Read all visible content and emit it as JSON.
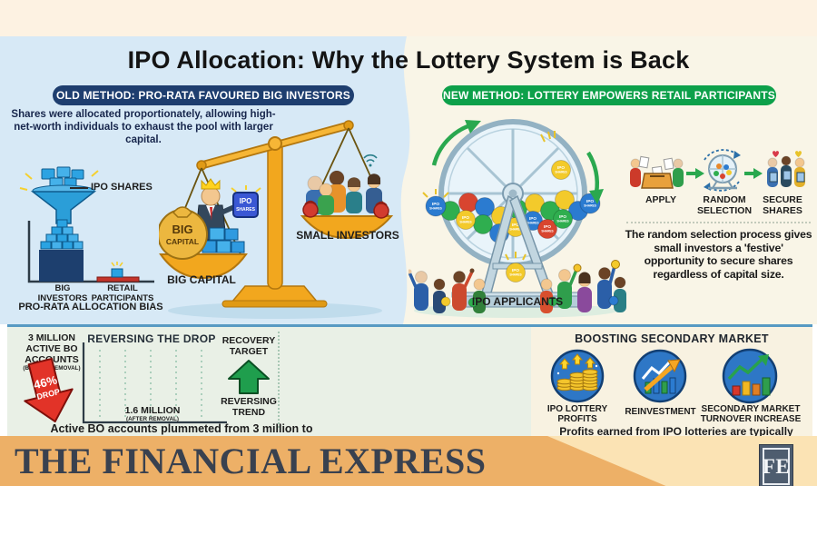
{
  "title": "IPO Allocation: Why the Lottery System is Back",
  "old_method": {
    "banner": "OLD METHOD: PRO-RATA FAVOURED BIG INVESTORS",
    "description": "Shares were allocated proportionately, allowing high-net-worth individuals to exhaust the pool with larger capital.",
    "funnel_label": "IPO SHARES",
    "bar_chart": {
      "category_big": "BIG INVESTORS",
      "category_retail": "RETAIL PARTICIPANTS",
      "caption": "PRO-RATA ALLOCATION BIAS"
    },
    "bag_line1": "BIG",
    "bag_line2": "CAPITAL",
    "cube_line1": "IPO",
    "cube_line2": "SHARES",
    "left_pan_label": "BIG CAPITAL",
    "right_pan_label": "SMALL INVESTORS"
  },
  "new_method": {
    "banner": "NEW METHOD: LOTTERY EMPOWERS RETAIL PARTICIPANTS",
    "ball_line1": "IPO",
    "ball_line2": "SHARES",
    "applicants_label": "IPO APPLICANTS",
    "steps": [
      "APPLY",
      "RANDOM SELECTION",
      "SECURE SHARES"
    ],
    "description": "The random selection process gives small investors a 'festive' opportunity to secure shares regardless of capital size."
  },
  "bo_accounts": {
    "before_line1": "3 MILLION",
    "before_line2": "ACTIVE BO",
    "before_line3": "ACCOUNTS",
    "before_note": "(BEFORE REMOVAL)",
    "drop_pct": "46%",
    "drop_word": "DROP",
    "chart_title": "REVERSING THE DROP",
    "after_value": "1.6 MILLION",
    "after_note": "(AFTER REMOVAL)",
    "recovery_label": "RECOVERY TARGET",
    "trend_label": "REVERSING TREND",
    "caption": "Active BO accounts plummeted from 3 million to"
  },
  "secondary_market": {
    "heading": "BOOSTING SECONDARY MARKET",
    "item1": "IPO LOTTERY PROFITS",
    "item2": "REINVESTMENT",
    "item3": "SECONDARY MARKET TURNOVER INCREASE",
    "caption": "Profits earned from IPO lotteries are typically"
  },
  "masthead": {
    "name": "THE FINANCIAL EXPRESS",
    "logo": "FE"
  },
  "icons": {
    "funnel-icon": "blue funnel collecting IPO share cubes",
    "red-down-arrow": "▼ 46% drop arrow",
    "green-up-arrow": "▲ recovery arrow",
    "lottery-wheel-icon": "rotating lottery drum with IPO share balls",
    "balance-scale-icon": "tilted scale: big capital outweighs small investors",
    "coins-icon": "coin stacks with up arrows",
    "reinvestment-icon": "growth line with orange arrow",
    "turnover-icon": "bar chart with rising green arrow"
  },
  "colors": {
    "old_banner": "#1E3E6F",
    "new_banner": "#0DA04A",
    "drop_red": "#E23328",
    "recovery_green": "#1F9E4D",
    "panel_blue": "#D7E9F6",
    "panel_cream": "#F9F5E7",
    "band_mint": "#E9F0E6",
    "masthead_orange": "#EDB067",
    "masthead_text": "#39414F"
  },
  "chart_data": [
    {
      "type": "bar",
      "title": "PRO-RATA ALLOCATION BIAS",
      "categories": [
        "BIG INVESTORS",
        "RETAIL PARTICIPANTS"
      ],
      "values": [
        0.9,
        0.1
      ],
      "value_note": "illustrative proportions; no numeric axis shown"
    },
    {
      "type": "bar",
      "title": "REVERSING THE DROP",
      "categories": [
        "BEFORE REMOVAL",
        "AFTER REMOVAL"
      ],
      "values": [
        3.0,
        1.6
      ],
      "unit": "million active BO accounts",
      "annotation": "46% DROP"
    }
  ]
}
